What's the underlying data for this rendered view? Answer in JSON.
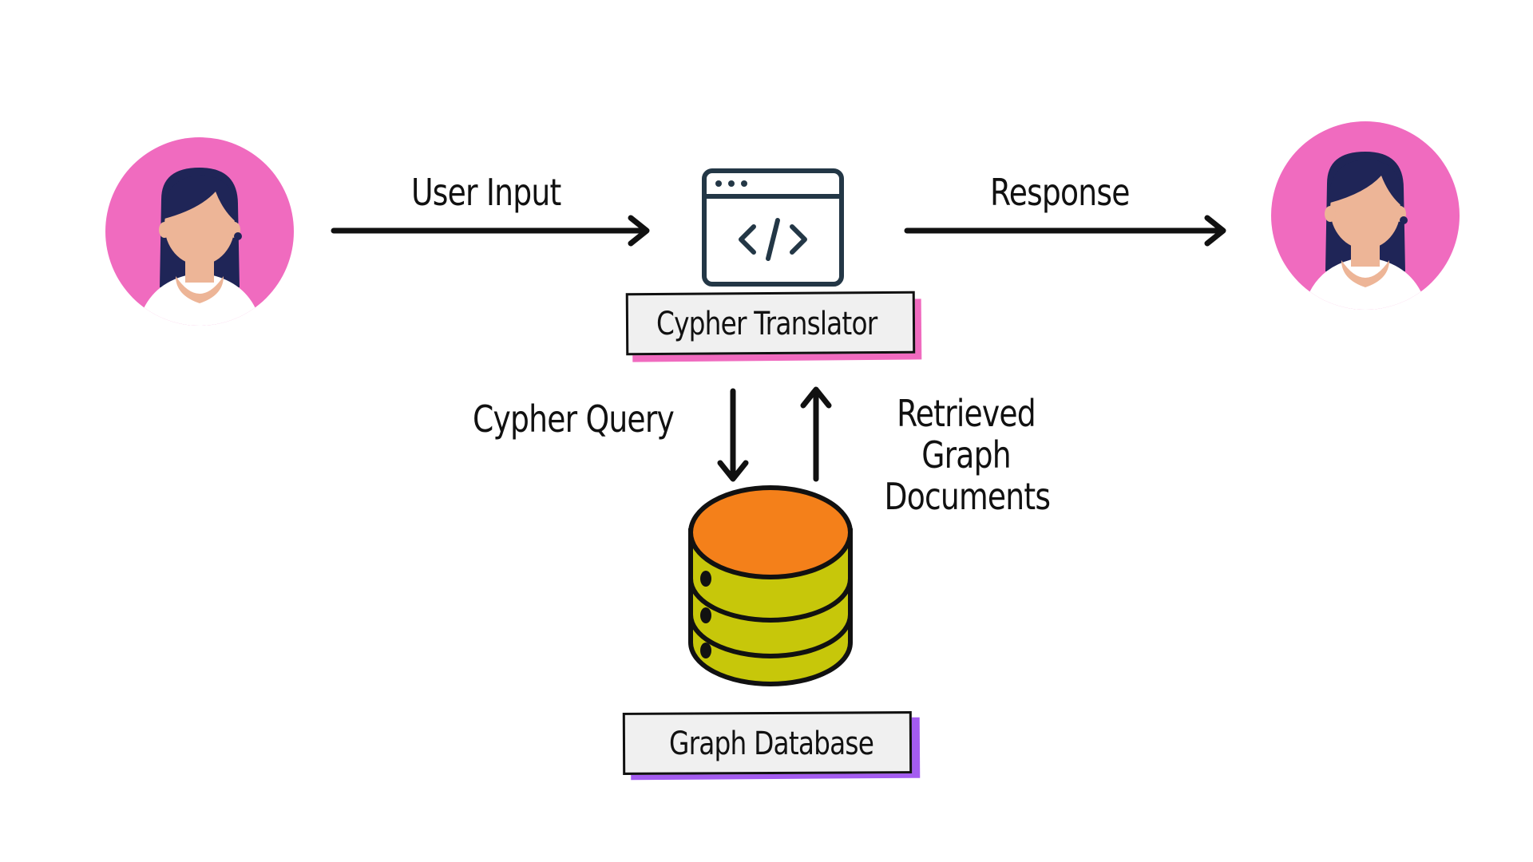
{
  "labels": {
    "user_input": "User Input",
    "response": "Response",
    "cypher_translator": "Cypher Translator",
    "cypher_query": "Cypher Query",
    "retrieved_graph_documents": [
      "Retrieved",
      "Graph",
      "Documents"
    ],
    "graph_database": "Graph Database"
  },
  "icons": {
    "left_user": "user-avatar-icon",
    "right_user": "user-avatar-icon",
    "translator": "code-window-icon",
    "database": "database-cylinder-icon"
  },
  "colors": {
    "avatar_bg": "#f06bbf",
    "hair": "#1f2557",
    "skin": "#edb597",
    "shirt": "#ffffff",
    "code_window_stroke": "#233746",
    "translator_accent": "#f06bbf",
    "database_accent": "#a45cf0",
    "db_top": "#f4801a",
    "db_body": "#c7c70a",
    "arrow": "#111111",
    "box_fill": "#f0f0f0"
  }
}
